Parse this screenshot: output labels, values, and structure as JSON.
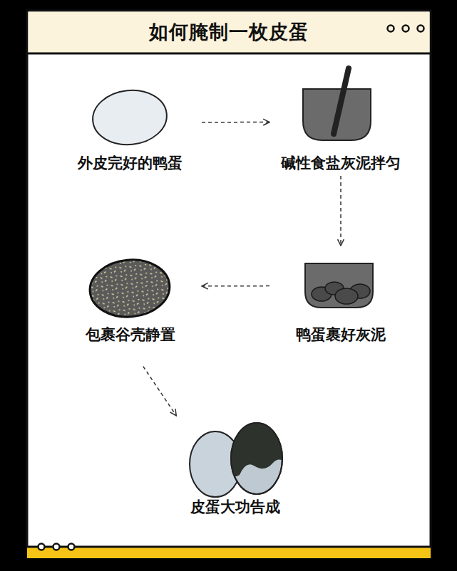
{
  "diagram": {
    "title": "如何腌制一枚皮蛋",
    "nodes": [
      {
        "text": [
          "外皮完好的鸭蛋"
        ]
      },
      {
        "text": [
          "碱性食盐灰泥拌匀"
        ]
      },
      {
        "text": [
          "鸭蛋裹好灰泥"
        ]
      },
      {
        "text": [
          "包裹谷壳静置"
        ]
      },
      {
        "text": [
          "皮蛋大功告成"
        ]
      }
    ],
    "edges": [
      {
        "from": 0,
        "to": 1,
        "arrow": "to"
      },
      {
        "from": 1,
        "to": 2,
        "arrow": "to"
      },
      {
        "from": 2,
        "to": 3,
        "arrow": "to"
      },
      {
        "from": 3,
        "to": 4,
        "arrow": "to"
      }
    ]
  }
}
